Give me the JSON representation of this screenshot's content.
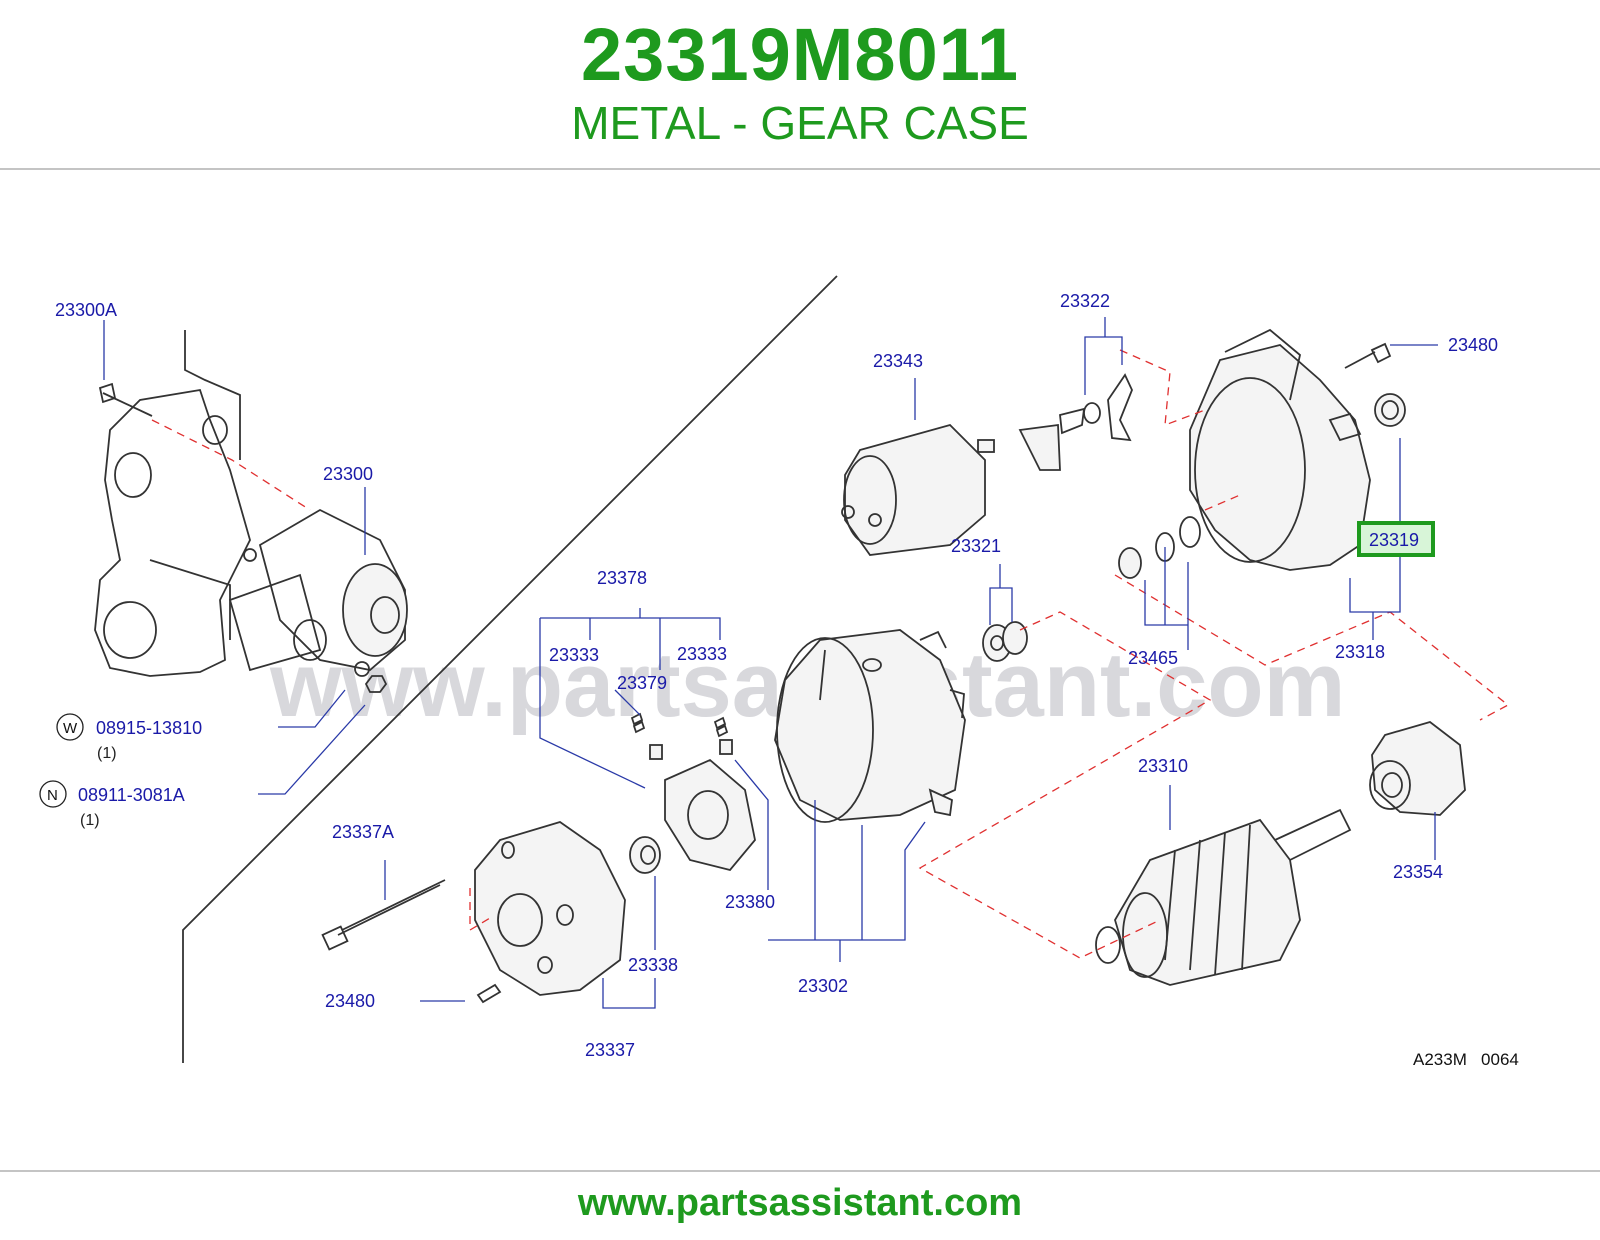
{
  "header": {
    "part_number": "23319M8011",
    "part_name": "METAL - GEAR CASE"
  },
  "diagram": {
    "watermark": "www.partsassistant.com",
    "diagram_code": "A233M   0064",
    "highlighted_callout": "23319",
    "callouts": {
      "c23300A": "23300A",
      "c23300": "23300",
      "w_part": "08915-13810",
      "w_qty": "(1)",
      "n_part": "08911-3081A",
      "n_qty": "(1)",
      "c23337A": "23337A",
      "c23480_left": "23480",
      "c23337": "23337",
      "c23338": "23338",
      "c23378": "23378",
      "c23333_a": "23333",
      "c23333_b": "23333",
      "c23379": "23379",
      "c23380": "23380",
      "c23302": "23302",
      "c23343": "23343",
      "c23322": "23322",
      "c23321": "23321",
      "c23465": "23465",
      "c23480_right": "23480",
      "c23319": "23319",
      "c23318": "23318",
      "c23310": "23310",
      "c23354": "23354"
    },
    "symbols": {
      "w": "W",
      "n": "N"
    },
    "colors": {
      "label": "#1a1aa8",
      "highlight": "#1e9a1e",
      "phantom_line": "#e03030"
    }
  },
  "footer": {
    "url": "www.partsassistant.com"
  }
}
